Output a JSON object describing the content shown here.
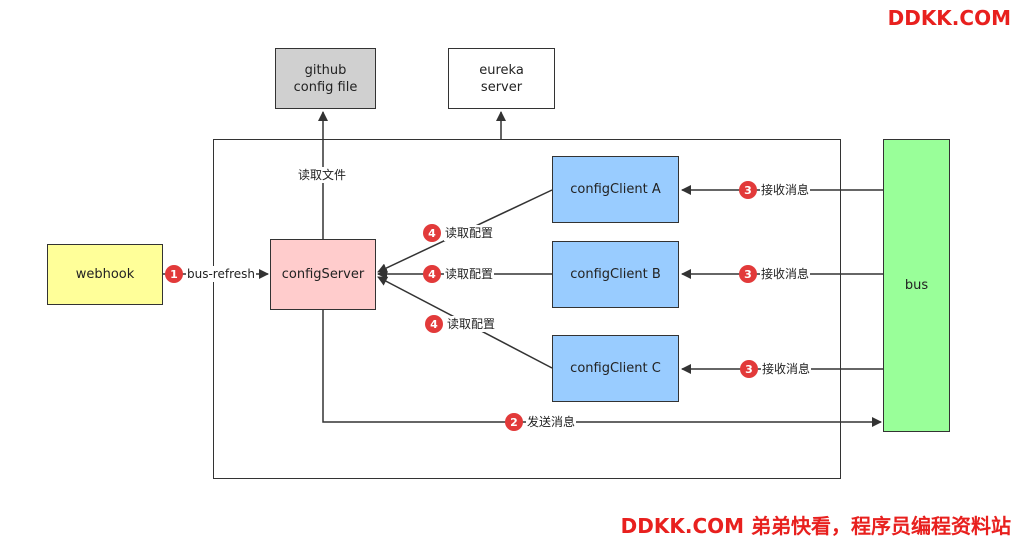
{
  "watermark": {
    "top": "DDKK.COM",
    "bottom": "DDKK.COM 弟弟快看，程序员编程资料站"
  },
  "nodes": {
    "github": "github\nconfig file",
    "eureka": "eureka\nserver",
    "webhook": "webhook",
    "config_server": "configServer",
    "client_a": "configClient A",
    "client_b": "configClient B",
    "client_c": "configClient C",
    "bus": "bus"
  },
  "edges": {
    "read_file": "读取文件",
    "bus_refresh": "bus-refresh",
    "read_config": "读取配置",
    "receive_msg": "接收消息",
    "send_msg": "发送消息"
  },
  "steps": {
    "one": "1",
    "two": "2",
    "three": "3",
    "four": "4"
  },
  "colors": {
    "github": "#d0d0d0",
    "eureka": "#ffffff",
    "webhook": "#ffff99",
    "config_server": "#ffcccc",
    "client": "#99ccff",
    "bus": "#99ff99",
    "badge": "#e23a3a",
    "watermark": "#e8201e"
  }
}
